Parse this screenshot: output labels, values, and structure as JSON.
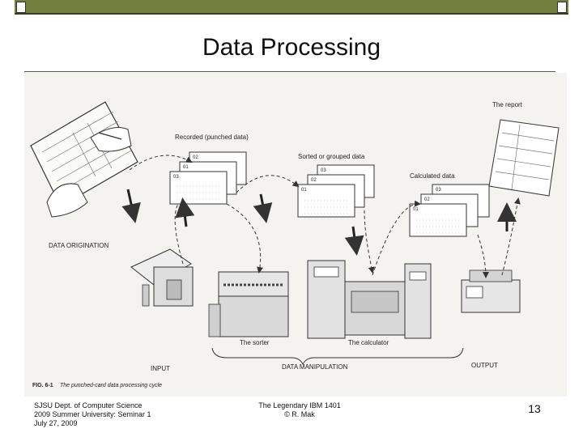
{
  "slide": {
    "title": "Data Processing",
    "page_number": "13"
  },
  "footer": {
    "left_line1": "SJSU Dept. of Computer Science",
    "left_line2": "2009 Summer University: Seminar 1",
    "left_line3": "July 27, 2009",
    "center_line1": "The Legendary IBM 1401",
    "center_line2": "© R. Mak"
  },
  "figure": {
    "label_report": "The report",
    "label_recorded": "Recorded (punched data)",
    "label_sorted": "Sorted or grouped data",
    "label_calculated": "Calculated data",
    "label_origination": "DATA ORIGINATION",
    "label_sorter": "The sorter",
    "label_calculator": "The calculator",
    "label_input": "INPUT",
    "label_manipulation": "DATA MANIPULATION",
    "label_output": "OUTPUT",
    "caption_fig": "FIG. 6-1",
    "caption_text": "The punched-card data processing cycle",
    "card_labels": [
      "02",
      "01",
      "03"
    ]
  },
  "colors": {
    "header_bar": "#717e3d",
    "figure_bg": "#f4f3ef"
  }
}
